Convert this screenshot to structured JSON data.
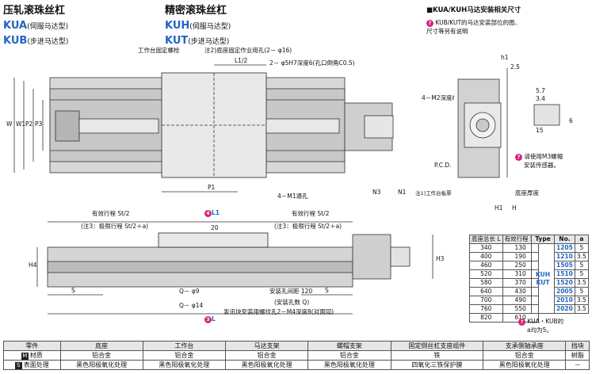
{
  "header_left": {
    "title": "压轧滚珠丝杠",
    "series1_code": "KUA",
    "series1_desc": "(伺服马达型)",
    "series2_code": "KUB",
    "series2_desc": "(步进马达型)"
  },
  "header_mid": {
    "title": "精密滚珠丝杠",
    "series1_code": "KUH",
    "series1_desc": "(伺服马达型)",
    "series2_code": "KUT",
    "series2_desc": "(步进马达型)"
  },
  "header_right": {
    "title": "■KUA/KUH马达安装相关尺寸",
    "note_line1": "KUB/KUT的马达安装部位的图、",
    "note_line2": "尺寸等另有说明",
    "sensor_note_line1": "请使用M3螺帽",
    "sensor_note_line2": "安装传感器。",
    "bottom_note_line1": "KUA・KUB的",
    "bottom_note_line2": "a均为5。"
  },
  "top_view_labels": {
    "bolt": "工作台固定螺栓",
    "note2": "注2)底座固定作业用孔(2－ φ16)",
    "hole": "2－ φ5H7深度6(孔口倒角C0.5)",
    "l1_half": "L1/2",
    "through": "4－M1通孔",
    "m2": "4－M2深度ℓ",
    "pcd": "P.C.D.",
    "n3": "N3",
    "n1": "N1",
    "note1": "注1)工作台板厚",
    "base_thick": "底座厚度",
    "p1": "P1",
    "w": "W",
    "w1": "W1",
    "p2": "P2",
    "p3": "P3",
    "h1": "h1",
    "h": "H",
    "h1cap": "H1",
    "dim_25": "2.5",
    "dim_57": "5.7",
    "dim_34": "3.4",
    "dim_15": "15",
    "dim_6": "6"
  },
  "side_view_labels": {
    "stroke_left": "有效行程 St/2",
    "stroke_left_note": "(注3：极限行程 St/2＋a)",
    "stroke_right": "有效行程 St/2",
    "stroke_right_note": "(注3：极限行程 St/2＋a)",
    "l1_marker": "L1",
    "l1_num": "4",
    "l_marker": "L",
    "l_num": "3",
    "dim_20": "20",
    "q9": "Q－ φ9",
    "q14": "Q－ φ14",
    "hole_pitch": "安装孔间距  120",
    "hole_count": "(安装孔数 Q)",
    "sensor_hole": "发讯块安装用螺纹孔2－M4深度8(对面同)",
    "s_left": "S",
    "s_right": "S",
    "h4": "H4",
    "h3": "H3"
  },
  "stroke_table": {
    "headers": [
      "底座总长 L",
      "有效行程 St"
    ],
    "rows": [
      [
        "340",
        "130"
      ],
      [
        "400",
        "190"
      ],
      [
        "460",
        "250"
      ],
      [
        "520",
        "310"
      ],
      [
        "580",
        "370"
      ],
      [
        "640",
        "430"
      ],
      [
        "700",
        "490"
      ],
      [
        "760",
        "550"
      ],
      [
        "820",
        "610"
      ]
    ]
  },
  "type_table": {
    "headers": [
      "Type",
      "No.",
      "a"
    ],
    "type_label": "KUH KUT",
    "rows": [
      [
        "1205",
        "5"
      ],
      [
        "1210",
        "3.5"
      ],
      [
        "1505",
        "5"
      ],
      [
        "1510",
        "5"
      ],
      [
        "1520",
        "3.5"
      ],
      [
        "2005",
        "5"
      ],
      [
        "2010",
        "3.5"
      ],
      [
        "2020",
        "3.5"
      ]
    ]
  },
  "material_table": {
    "row_headers": [
      "零件",
      "材质",
      "表面处理"
    ],
    "row_tags": [
      "",
      "M",
      "S"
    ],
    "parts": [
      "底座",
      "工作台",
      "马达支架",
      "螺帽支架",
      "固定侧丝杠支座组件",
      "支承侧轴承座",
      "挡块"
    ],
    "materials": [
      "铝合金",
      "铝合金",
      "铝合金",
      "铝合金",
      "铁",
      "铝合金",
      "树脂"
    ],
    "surfaces": [
      "黑色阳极氧化处理",
      "黑色阳极氧化处理",
      "黑色阳极氧化处理",
      "黑色阳极氧化处理",
      "四氧化三铁保护膜",
      "黑色阳极氧化处理",
      "－"
    ]
  }
}
